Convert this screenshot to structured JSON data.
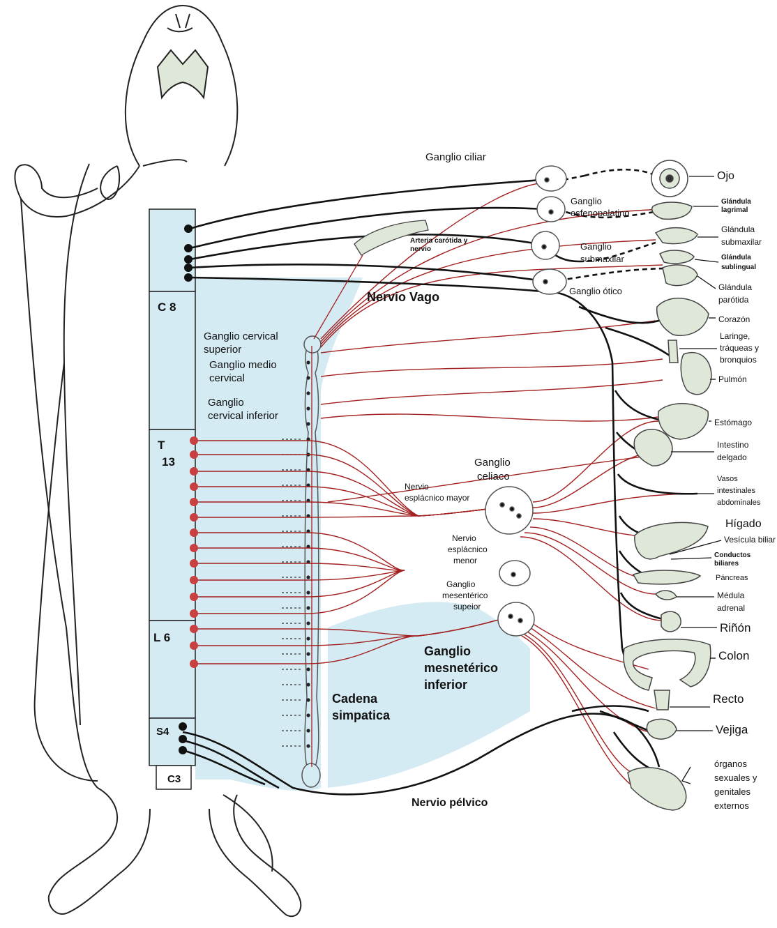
{
  "colors": {
    "background": "#ffffff",
    "region_fill": "#d4ebf3",
    "organ_fill": "#dfe8d8",
    "sympathetic": "#a32020",
    "parasympathetic": "#111111",
    "red_node": "#c84040"
  },
  "segments": {
    "c8": "C 8",
    "t_letter": "T",
    "t_num": "13",
    "l6": "L 6",
    "s4": "S4",
    "c3": "C3"
  },
  "ganglia": {
    "ciliar": "Ganglio ciliar",
    "esfeno_1": "Ganglio",
    "esfeno_2": "esfenopalatino",
    "submax_1": "Ganglio",
    "submax_2": "submaxilar",
    "otico": "Ganglio ótico",
    "arteria_1": "Arteria carótida y",
    "arteria_2": "nervio",
    "cervical_sup_1": "Ganglio cervical",
    "cervical_sup_2": "superior",
    "cervical_med_1": "Ganglio medio",
    "cervical_med_2": "cervical",
    "cervical_inf_1": "Ganglio",
    "cervical_inf_2": "cervical inferior",
    "celiaco_1": "Ganglio",
    "celiaco_2": "celiaco",
    "espl_mayor_1": "Nervio",
    "espl_mayor_2": "esplácnico mayor",
    "espl_menor_1": "Nervio",
    "espl_menor_2": "esplácnico",
    "espl_menor_3": "menor",
    "mes_sup_1": "Ganglio",
    "mes_sup_2": "mesentérico",
    "mes_sup_3": "supeior",
    "mes_inf_1": "Ganglio",
    "mes_inf_2": "mesnetérico",
    "mes_inf_3": "inferior",
    "cadena_1": "Cadena",
    "cadena_2": "simpatica"
  },
  "nerves": {
    "vago": "Nervio Vago",
    "pelvico": "Nervio pélvico"
  },
  "organs": {
    "ojo": "Ojo",
    "lagrimal_1": "Glándula",
    "lagrimal_2": "lagrimal",
    "submax_1": "Glándula",
    "submax_2": "submaxilar",
    "subling_1": "Glándula",
    "subling_2": "sublingual",
    "parotida_1": "Glándula",
    "parotida_2": "parótida",
    "corazon": "Corazón",
    "laringe_1": "Laringe,",
    "laringe_2": "tráqueas y",
    "laringe_3": "bronquios",
    "pulmon": "Pulmón",
    "estomago": "Estómago",
    "intestino_1": "Intestino",
    "intestino_2": "delgado",
    "vasos_1": "Vasos",
    "vasos_2": "intestinales",
    "vasos_3": "abdominales",
    "higado": "Hígado",
    "vesicula": "Vesícula biliar",
    "conductos_1": "Conductos",
    "conductos_2": "biliares",
    "pancreas": "Páncreas",
    "medula_1": "Médula",
    "medula_2": "adrenal",
    "rinon": "Riñón",
    "colon": "Colon",
    "recto": "Recto",
    "vejiga": "Vejiga",
    "genitales_1": "órganos",
    "genitales_2": "sexuales y",
    "genitales_3": "genitales",
    "genitales_4": "externos"
  }
}
